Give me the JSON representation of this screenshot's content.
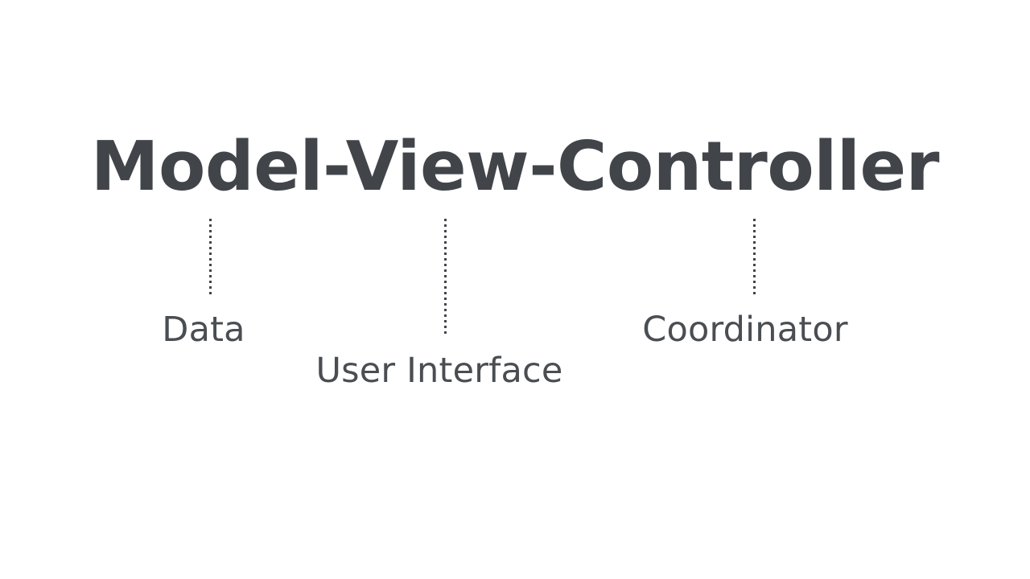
{
  "slide": {
    "background_color": "#ffffff",
    "title": "Model-View-Controller",
    "title_color": "#41454a",
    "label_color": "#4a4e52",
    "connector_color": "#41454a",
    "parts": [
      {
        "term": "Model",
        "label": "Data",
        "connector_style": "dotted-vertical"
      },
      {
        "term": "View",
        "label": "User Interface",
        "connector_style": "dotted-vertical"
      },
      {
        "term": "Controller",
        "label": "Coordinator",
        "connector_style": "dotted-vertical"
      }
    ]
  }
}
